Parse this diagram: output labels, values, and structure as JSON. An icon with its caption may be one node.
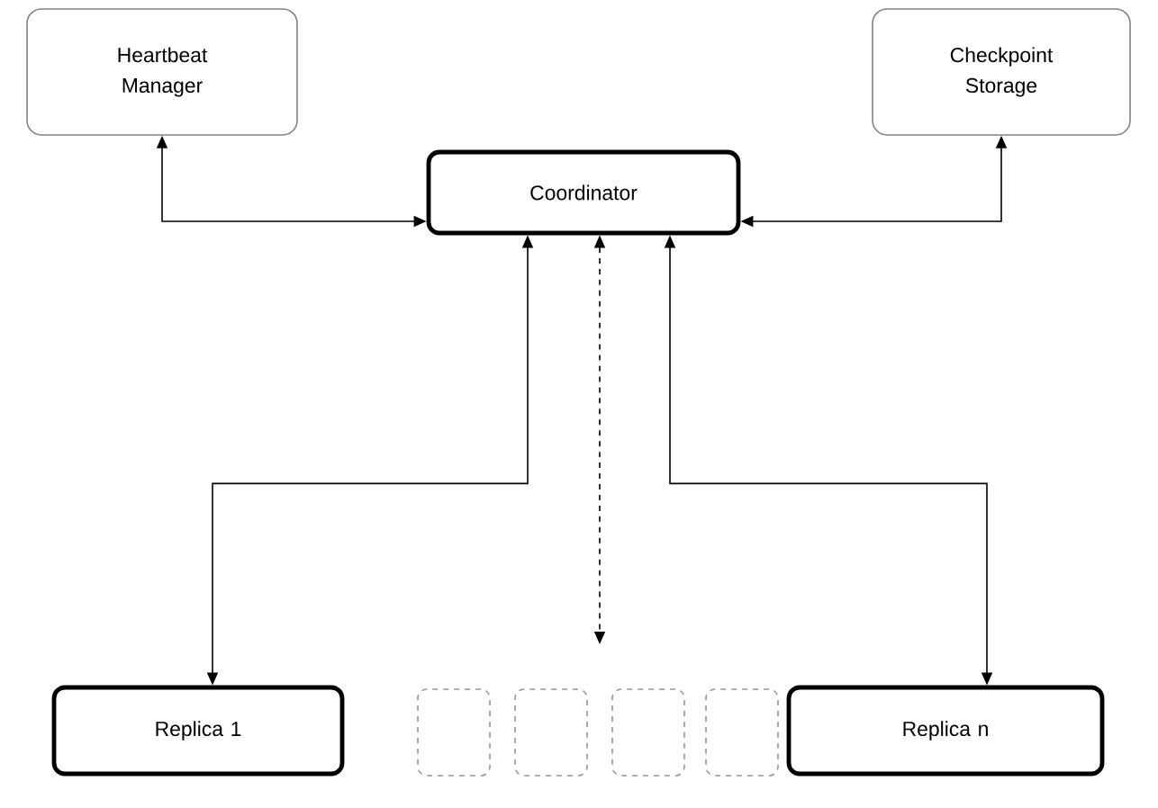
{
  "diagram": {
    "nodes": [
      {
        "text": [
          "Heartbeat Manager"
        ]
      },
      {
        "text": [
          "Checkpoint Storage"
        ]
      },
      {
        "text": [
          "Coordinator"
        ]
      },
      {
        "text": [
          "Replica 1"
        ]
      },
      {
        "text": [],
        "shape": "box"
      },
      {
        "text": [],
        "shape": "box"
      },
      {
        "text": [],
        "shape": "box"
      },
      {
        "text": [],
        "shape": "box"
      },
      {
        "text": [
          "Replica n"
        ]
      }
    ],
    "edges": [
      {
        "from": 0,
        "to": 2,
        "arrow": "both"
      },
      {
        "from": 1,
        "to": 2,
        "arrow": "both"
      },
      {
        "from": 2,
        "to": 3,
        "arrow": "both"
      },
      {
        "from": 2,
        "to": null,
        "arrow": "both",
        "style": "dashed"
      },
      {
        "from": 2,
        "to": 8,
        "arrow": "both"
      }
    ]
  }
}
